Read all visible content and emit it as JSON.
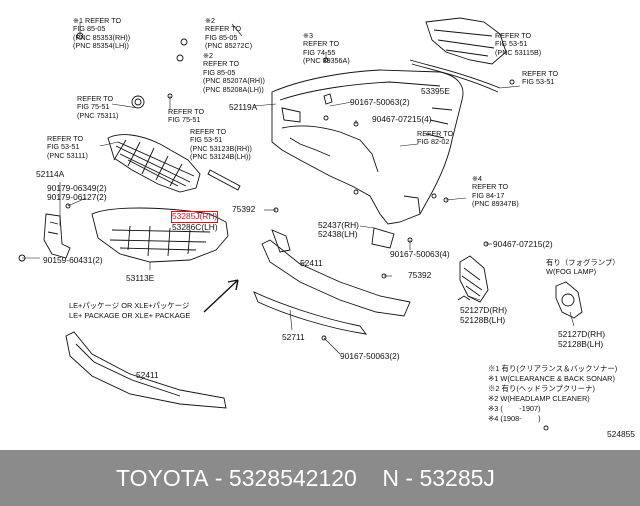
{
  "refs": {
    "r_fig85_05a": "※1 REFER TO\nFIG 85-05\n(PNC 85353(RH))\n(PNC 85354(LH))",
    "r_fig85_05b": "※2\nREFER TO\nFIG 85-05\n(PNC 85272C)",
    "r_fig85_05c": "※2\nREFER TO\nFIG 85-05\n(PNC 85207A(RH))\n(PNC 85208A(LH))",
    "r_fig75_51a": "REFER TO\nFIG 75-51\n(PNC 75311)",
    "r_fig75_51b": "REFER TO\nFIG 75-51",
    "r_fig53_51a": "REFER TO\nFIG 53-51\n(PNC 53111)",
    "r_fig53_51b": "REFER TO\nFIG 53-51\n(PNC 53123B(RH))\n(PNC 53124B(LH))",
    "r_fig74_55": "※3\nREFER TO\nFIG 74-55\n(PNC 89356A)",
    "r_fig82_02": "REFER TO\nFIG 82-02",
    "r_fig84_17": "※4\nREFER TO\nFIG 84-17\n(PNC 89347B)",
    "r_fig53_51c": "REFER TO\nFIG 53-51\n(PNC 53115B)",
    "r_fig53_51d": "REFER TO\nFIG 53-51"
  },
  "parts": {
    "p52119A": "52119A",
    "p90167a": "90167-50063(2)",
    "p90467a": "90467-07215(4)",
    "p53395E": "53395E",
    "p52114A": "52114A",
    "p90179a": "90179-06349(2)",
    "p90179b": "90179-06127(2)",
    "p53285J": "53285J(RH)",
    "p53286C": "53286C(LH)",
    "p75392a": "75392",
    "p52437": "52437(RH)",
    "p52438": "52438(LH)",
    "p90167b": "90167-50063(4)",
    "p90467b": "90467-07215(2)",
    "p90159": "90159-60431(2)",
    "p53113E": "53113E",
    "p52411a": "52411",
    "p75392b": "75392",
    "p52127Da": "52127D(RH)",
    "p52128Ba": "52128B(LH)",
    "p52711": "52711",
    "p90167c": "90167-50063(2)",
    "p52127Db": "52127D(RH)",
    "p52128Bb": "52128B(LH)",
    "p52411b": "52411",
    "p524855": "524855"
  },
  "notes": {
    "le_pkg_jp": "LE+パッケージ OR XLE+パッケージ",
    "le_pkg_en": "LE+ PACKAGE OR XLE+ PACKAGE",
    "fog_jp": "有り（フォグランプ）",
    "fog_en": "W(FOG LAMP)",
    "n1_jp": "※1 有り(クリアランス＆バックソナー)",
    "n1_en": "※1 W(CLEARANCE & BACK SONAR)",
    "n2_jp": "※2 有り(ヘッドランプクリーナ)",
    "n2_en": "※2 W(HEADLAMP CLEANER)",
    "n3": "※3 (        -1907)",
    "n4": "※4 (1908-        )"
  },
  "footer": {
    "brand": "TOYOTA",
    "sep1": " - ",
    "part_number": "5328542120",
    "sep2": "    N - ",
    "pnc": "53285J"
  },
  "colors": {
    "highlight": "#e0101a",
    "footer_bg": "#8b8b8b",
    "footer_text": "#ffffff"
  }
}
